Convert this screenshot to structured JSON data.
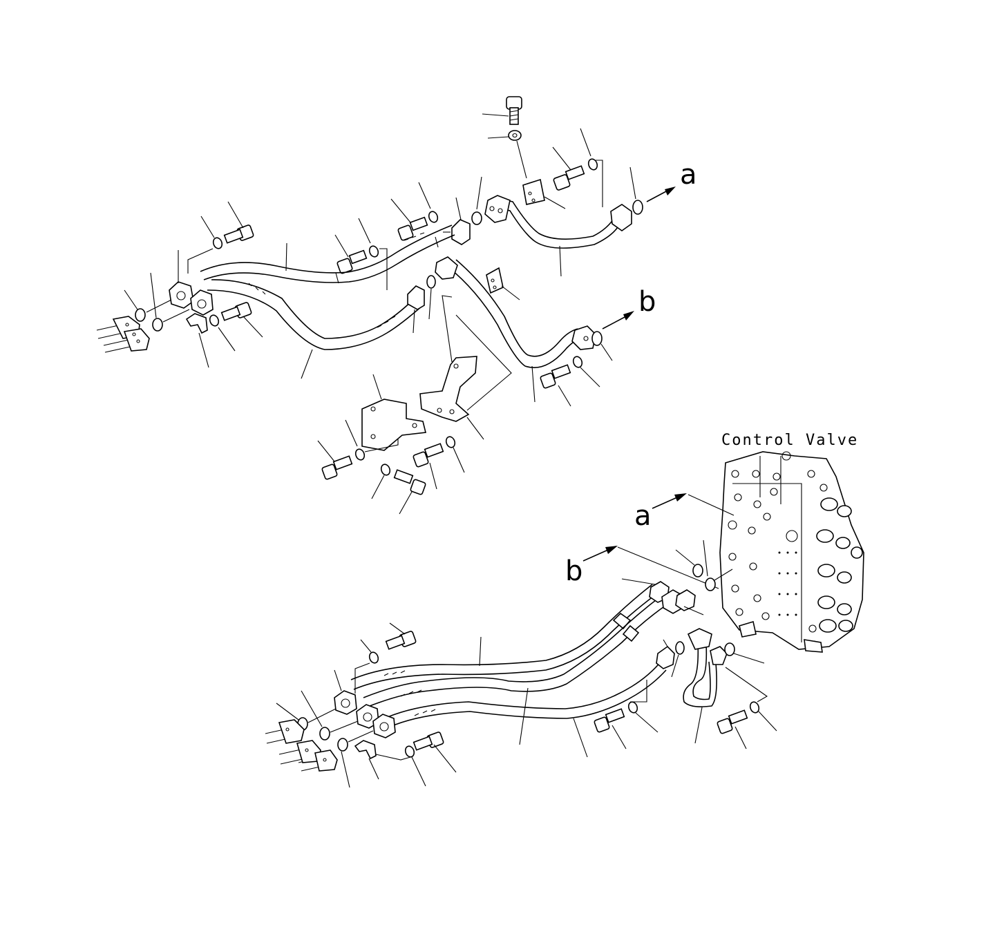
{
  "labels": {
    "control_valve": "Control Valve",
    "marker_a": "a",
    "marker_b": "b"
  },
  "colors": {
    "line": "#000000",
    "background": "#ffffff"
  }
}
